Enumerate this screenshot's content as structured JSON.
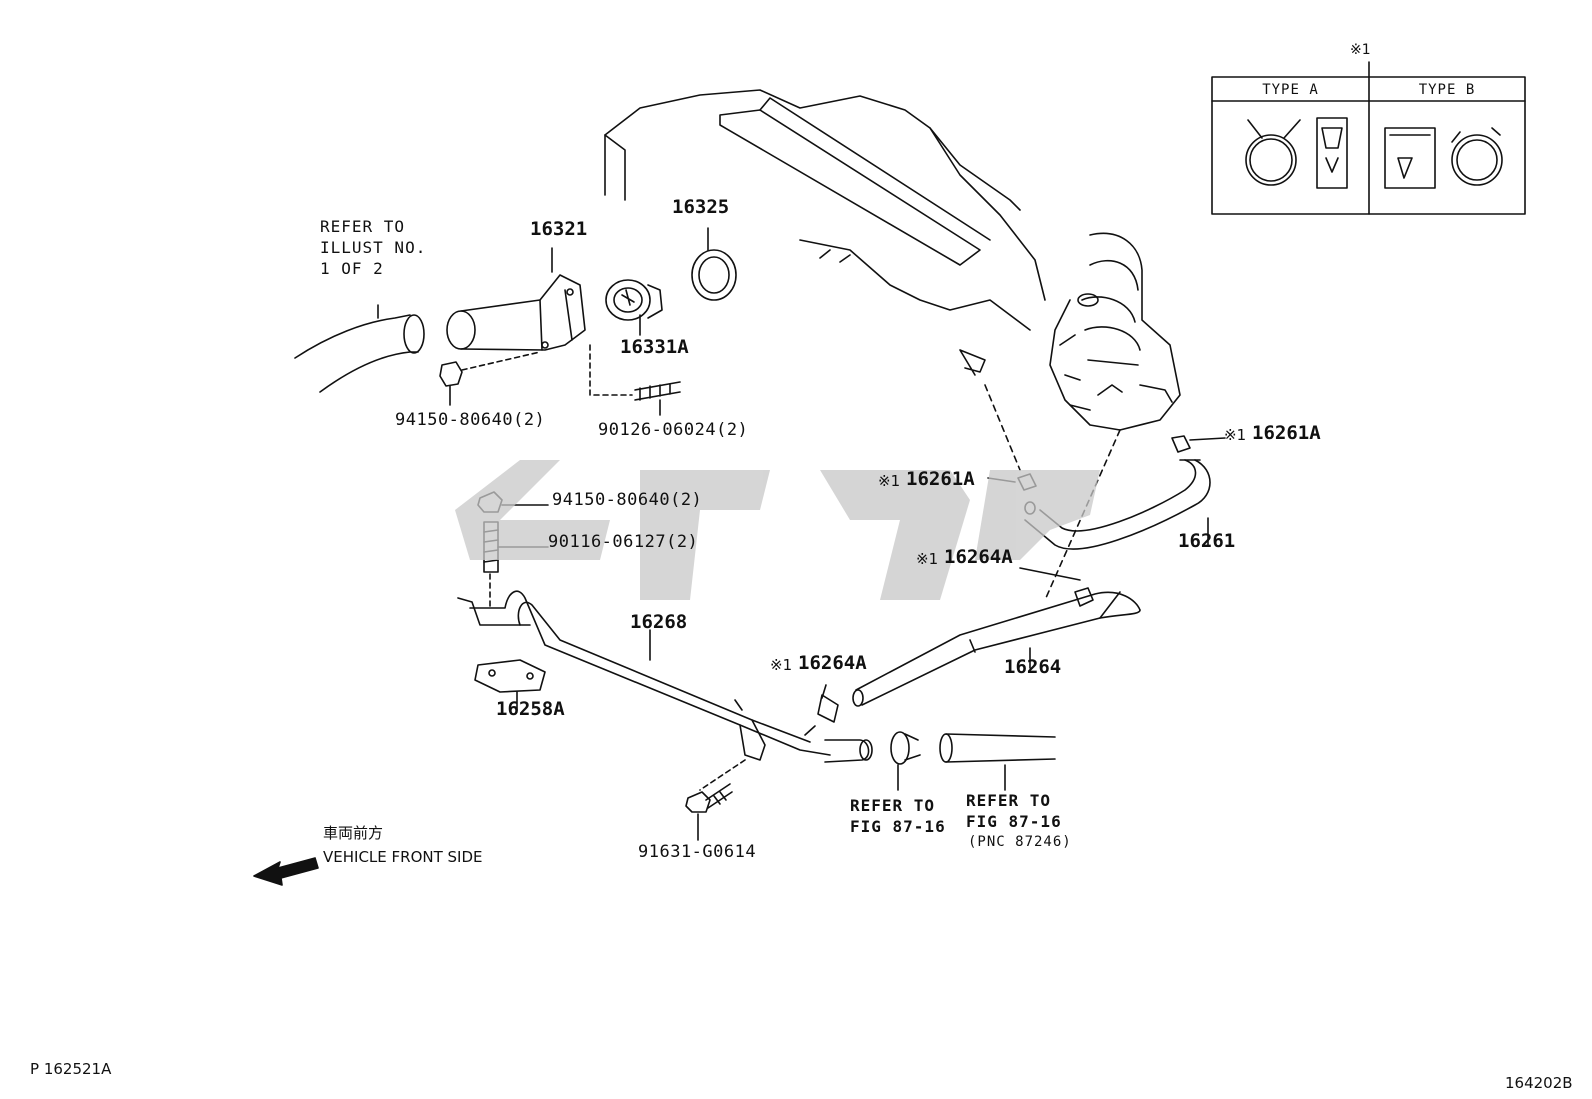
{
  "refer_illust": "REFER TO\nILLUST NO.\n1 OF 2",
  "parts": {
    "p16321": "16321",
    "p16325": "16325",
    "p16331A": "16331A",
    "p94150_top": "94150-80640(2)",
    "p90126": "90126-06024(2)",
    "p94150_mid": "94150-80640(2)",
    "p90116": "90116-06127(2)",
    "p16268": "16268",
    "p16258A": "16258A",
    "p91631": "91631-G0614",
    "p16261A_right": "16261A",
    "p16261A_left": "16261A",
    "p16261": "16261",
    "p16264A_upper": "16264A",
    "p16264A_lower": "16264A",
    "p16264": "16264"
  },
  "note_mark": "※1",
  "refer_fig_1": "REFER TO\nFIG 87-16",
  "refer_fig_2": "REFER TO\nFIG 87-16",
  "refer_fig_2_pnc": "(PNC 87246)",
  "direction": {
    "jp": "車両前方",
    "en": "VEHICLE FRONT SIDE"
  },
  "clamp_table": {
    "mark": "※1",
    "type_a": "TYPE A",
    "type_b": "TYPE B"
  },
  "footer": {
    "left": "P 162521A",
    "right": "164202B"
  },
  "colors": {
    "line": "#111111",
    "watermark": "#c8c8c8"
  }
}
